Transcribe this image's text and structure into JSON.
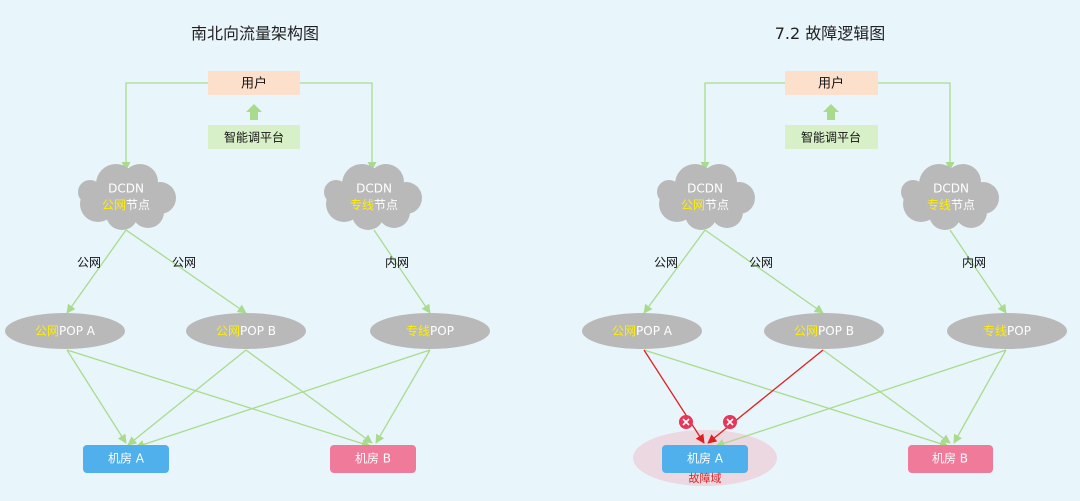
{
  "left": {
    "title": "南北向流量架构图",
    "user": "用户",
    "platform": "智能调平台",
    "dcdn_public": {
      "line1": "DCDN",
      "hl": "公网",
      "rest": "节点"
    },
    "dcdn_private": {
      "line1": "DCDN",
      "hl": "专线",
      "rest": "节点"
    },
    "edge_labels": [
      "公网",
      "公网",
      "内网"
    ],
    "pop_a": {
      "hl": "公网",
      "rest": "POP A"
    },
    "pop_b": {
      "hl": "公网",
      "rest": "POP B"
    },
    "pop_c": {
      "hl": "专线",
      "rest": "POP"
    },
    "room_a": "机房 A",
    "room_b": "机房 B"
  },
  "right": {
    "title": "7.2 故障逻辑图",
    "user": "用户",
    "platform": "智能调平台",
    "dcdn_public": {
      "line1": "DCDN",
      "hl": "公网",
      "rest": "节点"
    },
    "dcdn_private": {
      "line1": "DCDN",
      "hl": "专线",
      "rest": "节点"
    },
    "edge_labels": [
      "公网",
      "公网",
      "内网"
    ],
    "pop_a": {
      "hl": "公网",
      "rest": "POP A"
    },
    "pop_b": {
      "hl": "公网",
      "rest": "POP B"
    },
    "pop_c": {
      "hl": "专线",
      "rest": "POP"
    },
    "room_a": "机房 A",
    "room_b": "机房 B",
    "fault_domain": "故障域"
  },
  "colors": {
    "user_box": "#fde0cc",
    "platform_box": "#d8f0c8",
    "arrow_green": "#a8dc8c",
    "cloud": "#b9b9b9",
    "pop": "#b9b9b9",
    "room_a": "#4fb0ec",
    "room_b": "#f07a9a",
    "highlight": "#ffee00",
    "fault": "#e02020",
    "fault_ellipse": "#ecd8e0"
  }
}
